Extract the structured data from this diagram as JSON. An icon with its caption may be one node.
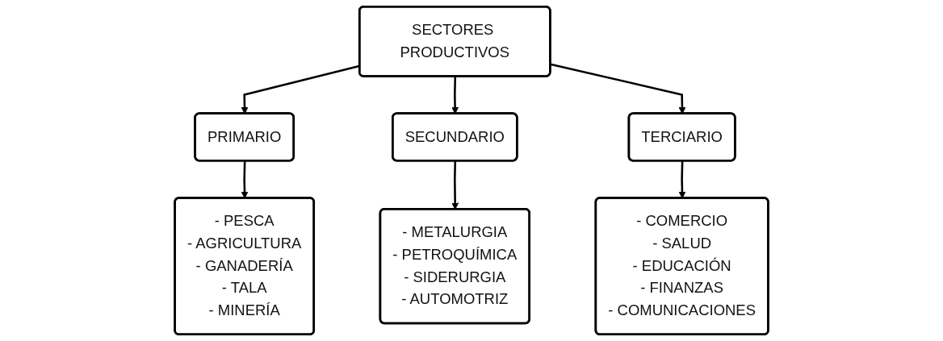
{
  "diagram": {
    "nodes": [
      {
        "text": [
          "SECTORES PRODUCTIVOS"
        ]
      },
      {
        "text": [
          "PRIMARIO"
        ]
      },
      {
        "text": [
          "SECUNDARIO"
        ]
      },
      {
        "text": [
          "TERCIARIO"
        ]
      },
      {
        "text": [
          "- PESCA",
          "- AGRICULTURA",
          "- GANADERÍA",
          "- TALA",
          "- MINERÍA"
        ]
      },
      {
        "text": [
          "- METALURGIA",
          "- PETROQUÍMICA",
          "- SIDERURGIA",
          "- AUTOMOTRIZ"
        ]
      },
      {
        "text": [
          "- COMERCIO",
          "- SALUD",
          "- EDUCACIÓN",
          "- FINANZAS",
          "- COMUNICACIONES"
        ]
      }
    ],
    "edges": [
      {
        "from": 0,
        "to": 1,
        "arrow": "to"
      },
      {
        "from": 0,
        "to": 2,
        "arrow": "to"
      },
      {
        "from": 0,
        "to": 3,
        "arrow": "to"
      },
      {
        "from": 1,
        "to": 4,
        "arrow": "to"
      },
      {
        "from": 2,
        "to": 5,
        "arrow": "to"
      },
      {
        "from": 3,
        "to": 6,
        "arrow": "to"
      }
    ]
  }
}
